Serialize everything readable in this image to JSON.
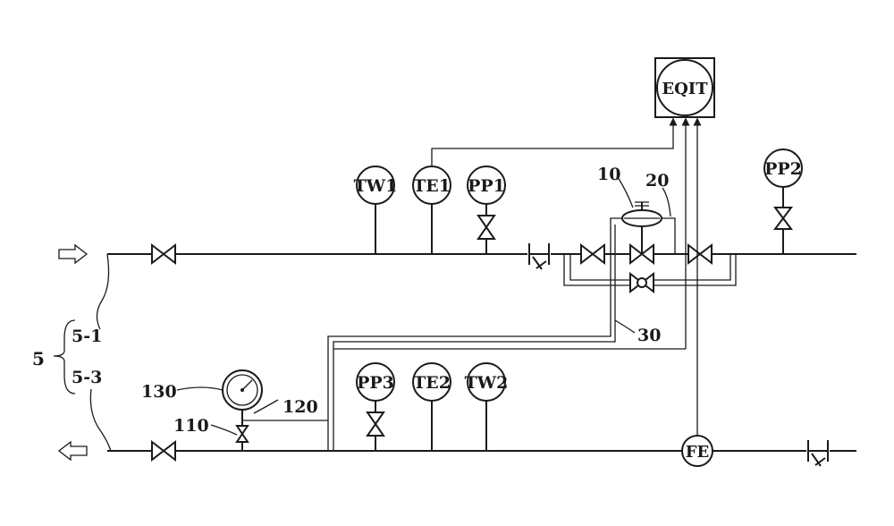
{
  "instruments": {
    "tw1": "TW1",
    "te1": "TE1",
    "pp1": "PP1",
    "pp2": "PP2",
    "pp3": "PP3",
    "te2": "TE2",
    "tw2": "TW2",
    "fe": "FE",
    "eqit": "EQIT"
  },
  "labels": {
    "ref_10": "10",
    "ref_20": "20",
    "ref_30": "30",
    "ref_130": "130",
    "ref_120": "120",
    "ref_110": "110",
    "ref_5": "5",
    "ref_5_1": "5-1",
    "ref_5_3": "5-3"
  },
  "colors": {
    "line": "#1a1a1a",
    "background": "#ffffff"
  }
}
